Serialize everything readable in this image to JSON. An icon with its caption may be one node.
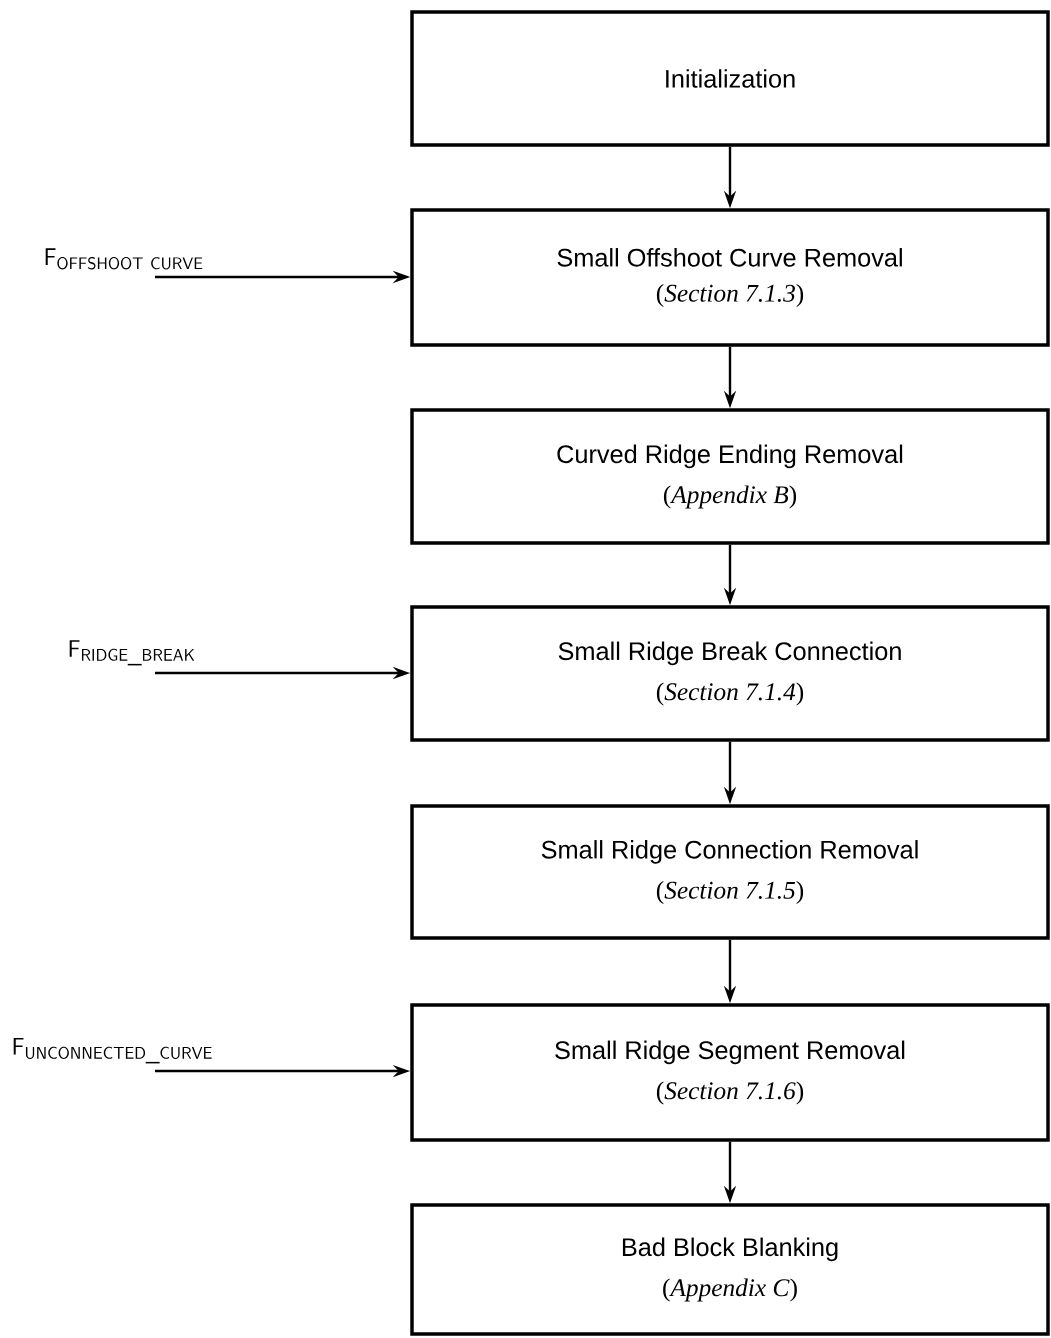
{
  "diagram": {
    "nodes": [
      {
        "text": [
          "Initialization"
        ]
      },
      {
        "text": [
          "Small Offshoot Curve Removal",
          "(*Section 7.1.3*)"
        ]
      },
      {
        "text": [
          "Curved Ridge Ending Removal",
          "(*Appendix B*)"
        ]
      },
      {
        "text": [
          "Small Ridge Break Connection",
          "(*Section 7.1.4*)"
        ]
      },
      {
        "text": [
          "Small Ridge Connection Removal",
          "(*Section 7.1.5*)"
        ]
      },
      {
        "text": [
          "Small Ridge Segment Removal",
          "(*Section 7.1.6*)"
        ]
      },
      {
        "text": [
          "Bad Block Blanking",
          "(*Appendix C*)"
        ]
      },
      {
        "text": [
          "\\mathsf{F}_{\\mathsf{OFFSHOOT\\ CURVE}}"
        ]
      },
      {
        "text": [
          "\\mathsf{F}_{\\mathsf{RIDGE\\_BREAK}}"
        ]
      },
      {
        "text": [
          "\\mathsf{F}_{\\mathsf{UNCONNECTED\\_CURVE}}"
        ]
      }
    ],
    "edges": [
      {
        "from": 0,
        "to": 1,
        "arrow": "to"
      },
      {
        "from": 1,
        "to": 2,
        "arrow": "to"
      },
      {
        "from": 2,
        "to": 3,
        "arrow": "to"
      },
      {
        "from": 3,
        "to": 4,
        "arrow": "to"
      },
      {
        "from": 4,
        "to": 5,
        "arrow": "to"
      },
      {
        "from": 5,
        "to": 6,
        "arrow": "to"
      },
      {
        "from": 7,
        "to": 1,
        "arrow": "to"
      },
      {
        "from": 8,
        "to": 3,
        "arrow": "to"
      },
      {
        "from": 9,
        "to": 5,
        "arrow": "to"
      }
    ]
  }
}
